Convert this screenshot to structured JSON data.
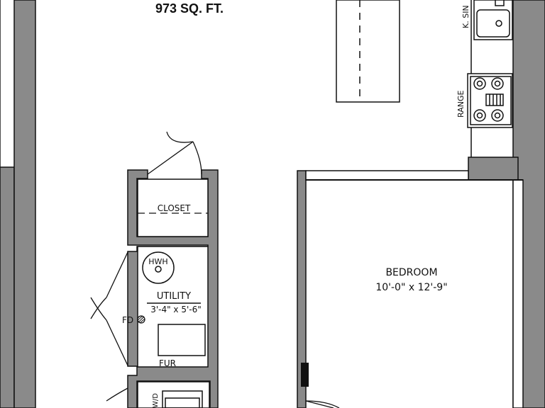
{
  "plan": {
    "area_label": "973 SQ. FT.",
    "kitchen_sink_label": "K. SIN",
    "range_label": "RANGE",
    "closet_label": "CLOSET",
    "hwh_label": "HWH",
    "utility_label": "UTILITY",
    "utility_dims": "3'-4\" x 5'-6\"",
    "fd_label": "FD",
    "fur_label": "FUR",
    "wd_label": "W/D",
    "bedroom_label": "BEDROOM",
    "bedroom_dims": "10'-0\" x 12'-9\""
  },
  "colors": {
    "wall_fill": "#8a8a8a",
    "line": "#111111",
    "background": "#ffffff"
  }
}
